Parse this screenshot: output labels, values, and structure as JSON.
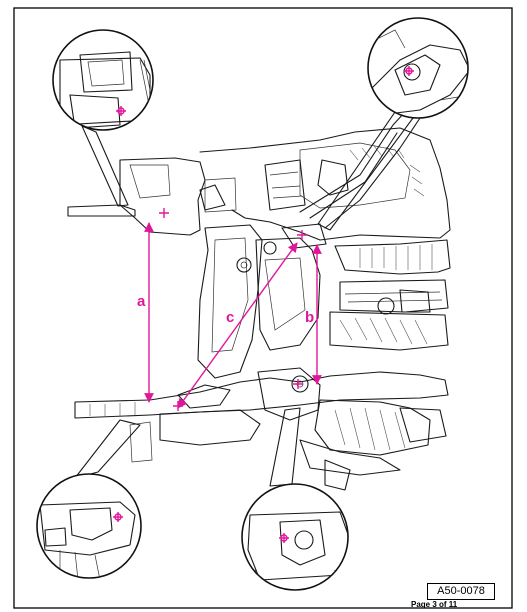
{
  "diagram": {
    "dimension_labels": {
      "a": "a",
      "b": "b",
      "c": "c"
    },
    "reference_code": "A50-0078",
    "page_note": "Page 3 of 11"
  },
  "colors": {
    "dimension_lines": "#e0179b",
    "line_art": "#1a1a1a",
    "frame": "#000000",
    "background": "#ffffff"
  }
}
